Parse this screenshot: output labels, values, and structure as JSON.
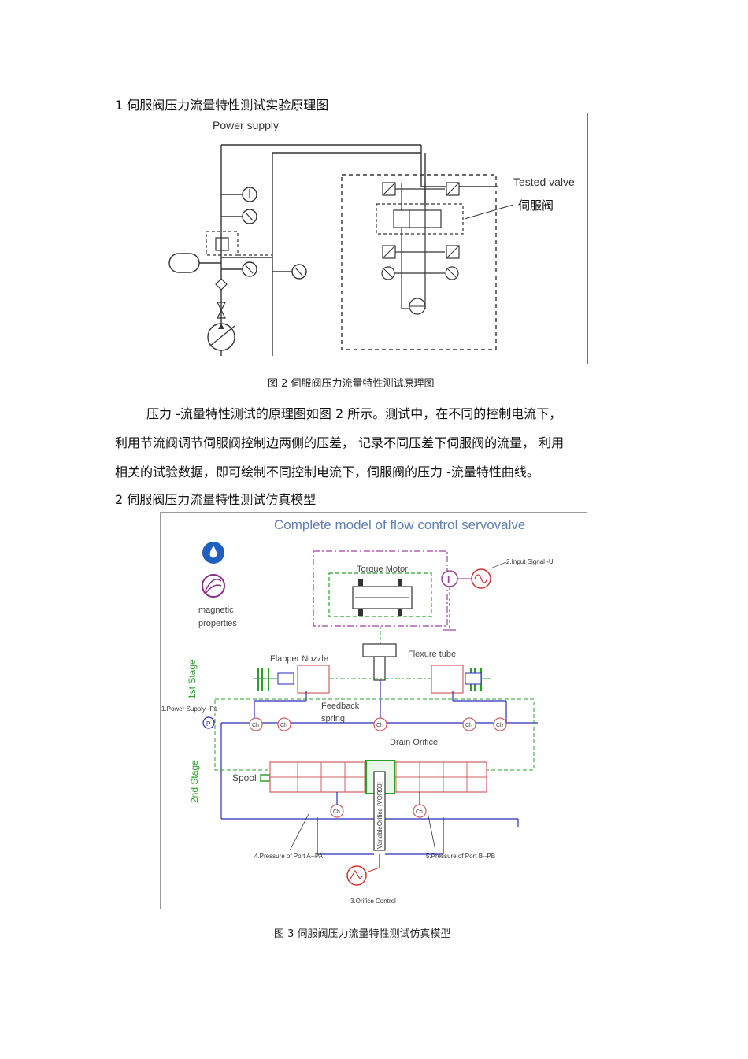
{
  "section1": {
    "heading": "1 伺服阀压力流量特性测试实验原理图"
  },
  "figure2": {
    "labels": {
      "power_supply": "Power supply",
      "tested_valve": "Tested valve",
      "servo_valve": "伺服阀"
    },
    "caption": "图 2  伺服阀压力流量特性测试原理图"
  },
  "paragraph": {
    "line1": "压力 -流量特性测试的原理图如图    2 所示。测试中，在不同的控制电流下，",
    "line2": "利用节流阀调节伺服阀控制边两侧的压差，       记录不同压差下伺服阀的流量，     利用",
    "line3": "相关的试验数据，即可绘制不同控制电流下，伺服阀的压力       -流量特性曲线。"
  },
  "section2": {
    "heading": "2 伺服阀压力流量特性测试仿真模型"
  },
  "figure3": {
    "labels": {
      "title": "Complete model of flow control servovalve",
      "magnetic": "magnetic",
      "properties": "properties",
      "torque_motor": "Torque Motor",
      "input_signal": "2.Input Signal -Ui",
      "flexure_tube": "Flexure tube",
      "flapper_nozzle": "Flapper Nozzle",
      "first_stage": "1st Stage",
      "second_stage": "2nd Stage",
      "power_supply_ps": "1.Power Supply--Ps",
      "feedback": "Feedback",
      "spring": "spring",
      "drain_orifice": "Drain Orifice",
      "spool": "Spool",
      "variable_orifice": "VariableOrifice [VOR00]",
      "pressure_a": "4.Pressure of Port A--PA",
      "pressure_b": "5.Pressure of Port B--PB",
      "orifice_control": "3.Orifice Control",
      "ch": "Ch",
      "p": "P",
      "i": "I"
    },
    "caption": "图 3  伺服阀压力流量特性测试仿真模型"
  }
}
